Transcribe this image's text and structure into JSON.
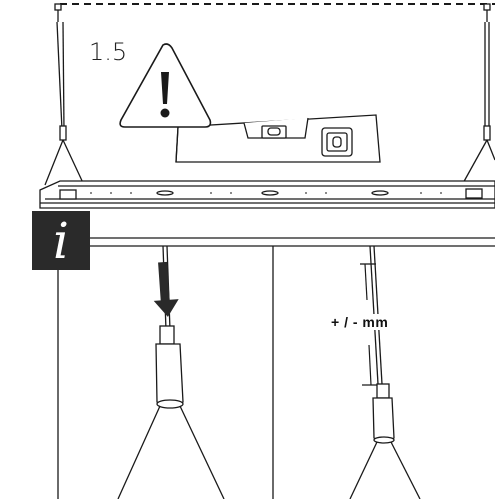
{
  "step": {
    "number": "1.5"
  },
  "info": {
    "symbol": "i"
  },
  "adjust": {
    "tolerance_label": "+ / - mm"
  },
  "icons": {
    "warning": "warning-triangle-icon",
    "level": "spirit-level-icon",
    "info": "info-icon",
    "arrow": "down-arrow-icon"
  },
  "colors": {
    "line": "#1a1a1a",
    "fill_dark": "#2a2a2a",
    "bg": "#ffffff"
  }
}
